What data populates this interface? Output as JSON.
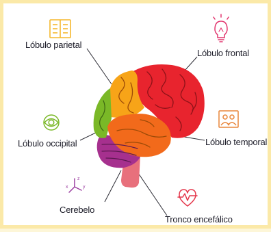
{
  "labels": {
    "parietal": "Lóbulo parietal",
    "frontal": "Lóbulo frontal",
    "occipital": "Lóbulo occipital",
    "temporal": "Lóbulo temporal",
    "cerebelo": "Cerebelo",
    "tronco": "Tronco encefálico"
  },
  "icons": {
    "parietal": "open-book-icon",
    "frontal": "lightbulb-icon",
    "occipital": "eye-icon",
    "temporal": "people-frame-icon",
    "cerebelo": "axes-icon",
    "tronco": "heartbeat-icon"
  },
  "axes_icon_letters": {
    "z": "z",
    "x": "x",
    "y": "y"
  },
  "colors": {
    "frontal": "#e8242e",
    "parietal": "#f7a418",
    "occipital": "#7ab827",
    "temporal": "#f26a1b",
    "cerebelo": "#a6308e",
    "tronco": "#e8707c",
    "icon_yellow": "#f5b82e",
    "icon_pink": "#e2356e",
    "icon_green": "#7ab827",
    "icon_orange": "#e8853a",
    "icon_purple": "#9b3ea0",
    "icon_red": "#e4364a"
  }
}
